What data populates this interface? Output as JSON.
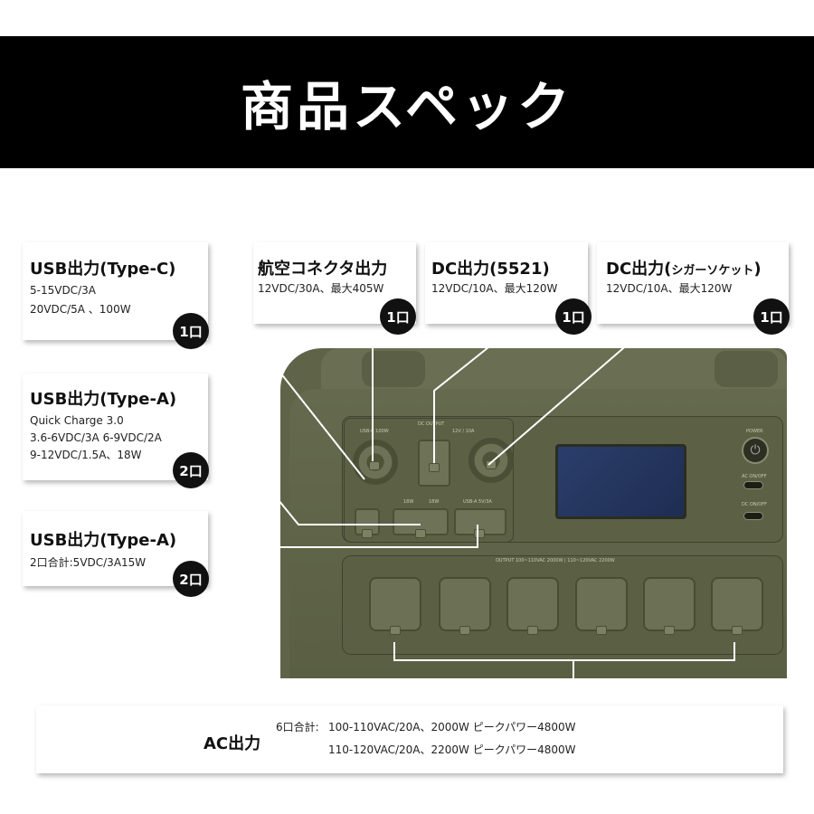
{
  "header": {
    "title": "商品スペック"
  },
  "specs": {
    "usb_c": {
      "title": "USB出力(Type-C)",
      "lines": [
        "5-15VDC/3A",
        "20VDC/5A 、100W"
      ],
      "badge": "1口"
    },
    "aviation": {
      "title": "航空コネクタ出力",
      "lines": [
        "12VDC/30A、最大405W"
      ],
      "badge": "1口"
    },
    "dc5521": {
      "title": "DC出力(5521)",
      "lines": [
        "12VDC/10A、最大120W"
      ],
      "badge": "1口"
    },
    "cigar": {
      "title_main": "DC出力(",
      "title_small": "シガーソケット",
      "title_end": ")",
      "lines": [
        "12VDC/10A、最大120W"
      ],
      "badge": "1口"
    },
    "usb_a_qc": {
      "title": "USB出力(Type-A)",
      "lines": [
        "Quick Charge 3.0",
        "3.6-6VDC/3A 6-9VDC/2A",
        "9-12VDC/1.5A、18W"
      ],
      "badge": "2口"
    },
    "usb_a": {
      "title": "USB出力(Type-A)",
      "lines": [
        "2口合計:5VDC/3A15W"
      ],
      "badge": "2口"
    },
    "ac": {
      "title": "AC出力",
      "prefix": "6口合計:",
      "lines": [
        "100-110VAC/20A、2000W ピークパワー4800W",
        "110-120VAC/20A、2200W ピークパワー4800W"
      ]
    }
  },
  "device": {
    "labels": {
      "dc_output": "DC OUTPUT",
      "dc_rating": "12V / 10A",
      "usb_c_label": "USB-C 100W",
      "qc1": "18W",
      "qc2": "18W",
      "usb_a_label": "USB-A 5V/3A",
      "power": "POWER",
      "ac_onoff": "AC ON/OFF",
      "dc_onoff": "DC ON/OFF",
      "ac_output": "OUTPUT 100~110VAC 2000W | 110~120VAC 2200W"
    }
  }
}
